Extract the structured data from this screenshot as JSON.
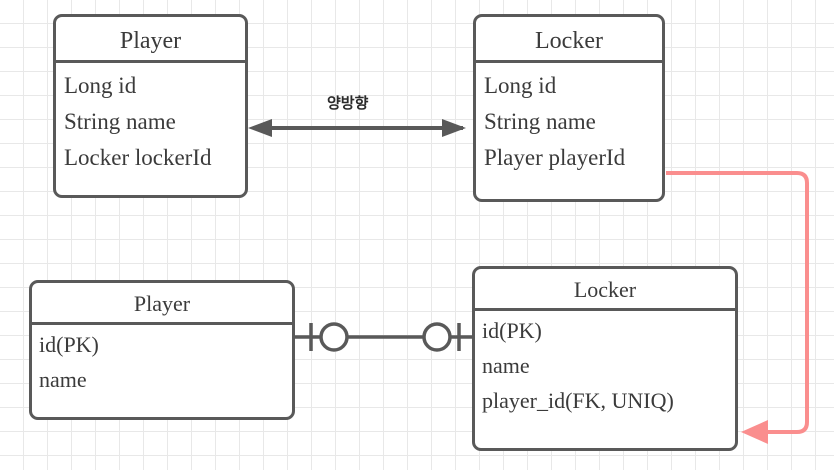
{
  "diagram": {
    "title": "Player-Locker bidirectional mapping",
    "background": "#ffffff",
    "grid_color": "#e8e8e8",
    "grid_size": 24,
    "stroke_color": "#595959",
    "text_color": "#3b3b3b",
    "accent_color": "#fa8e8e"
  },
  "entities": {
    "player_class": {
      "name": "Player",
      "attributes": [
        "Long id",
        "String name",
        "Locker lockerId"
      ]
    },
    "locker_class": {
      "name": "Locker",
      "attributes": [
        "Long id",
        "String name",
        "Player playerId"
      ]
    },
    "player_table": {
      "name": "Player",
      "attributes": [
        "id(PK)",
        "name"
      ]
    },
    "locker_table": {
      "name": "Locker",
      "attributes": [
        "id(PK)",
        "name",
        "player_id(FK, UNIQ)"
      ]
    }
  },
  "connectors": {
    "bidirectional": {
      "label": "양방향",
      "type": "double-arrow",
      "color": "#595959"
    },
    "er_relation": {
      "type": "one-to-one-optional",
      "left_cardinality": "zero-or-one",
      "right_cardinality": "zero-or-one",
      "color": "#595959"
    },
    "fk_reference": {
      "type": "arrow",
      "color": "#fa8e8e",
      "from": "locker_class.playerId",
      "to": "locker_table.player_id"
    }
  }
}
